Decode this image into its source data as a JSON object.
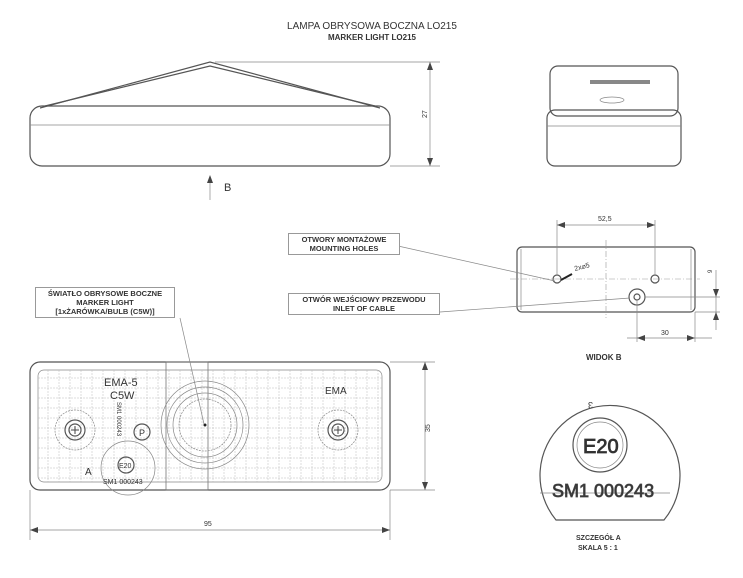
{
  "title": "LAMPA OBRYSOWA BOCZNA LO215",
  "subtitle": "MARKER LIGHT LO215",
  "view_arrow_label": "B",
  "dimensions": {
    "height_side": "27",
    "height_front": "35",
    "width_front": "95",
    "holes_spacing": "52,5",
    "cable_offset": "30",
    "cable_height": "9",
    "hole_spec": "2x⌀5"
  },
  "callouts": {
    "mounting_holes": [
      "OTWORY MONTAŻOWE",
      "MOUNTING HOLES"
    ],
    "cable_inlet": [
      "OTWÓR WEJŚCIOWY PRZEWODU",
      "INLET OF CABLE"
    ],
    "marker_light": [
      "ŚWIATŁO OBRYSOWE BOCZNE",
      "MARKER LIGHT",
      "[1xŻARÓWKA/BULB (C5W)]"
    ]
  },
  "view_b_label": "WIDOK B",
  "lens_markings": {
    "model": "EMA-5",
    "bulb": "C5W",
    "brand": "EMA",
    "approval": "E20",
    "code": "SM1 000243",
    "detail_marker": "A",
    "vertical_code": "SM1 000243",
    "p_mark": "P"
  },
  "detail": {
    "title": "SZCZEGÓŁ A",
    "scale": "SKALA 5 : 1",
    "approval": "E20",
    "code": "SM1 000243",
    "small_mark": "3"
  }
}
